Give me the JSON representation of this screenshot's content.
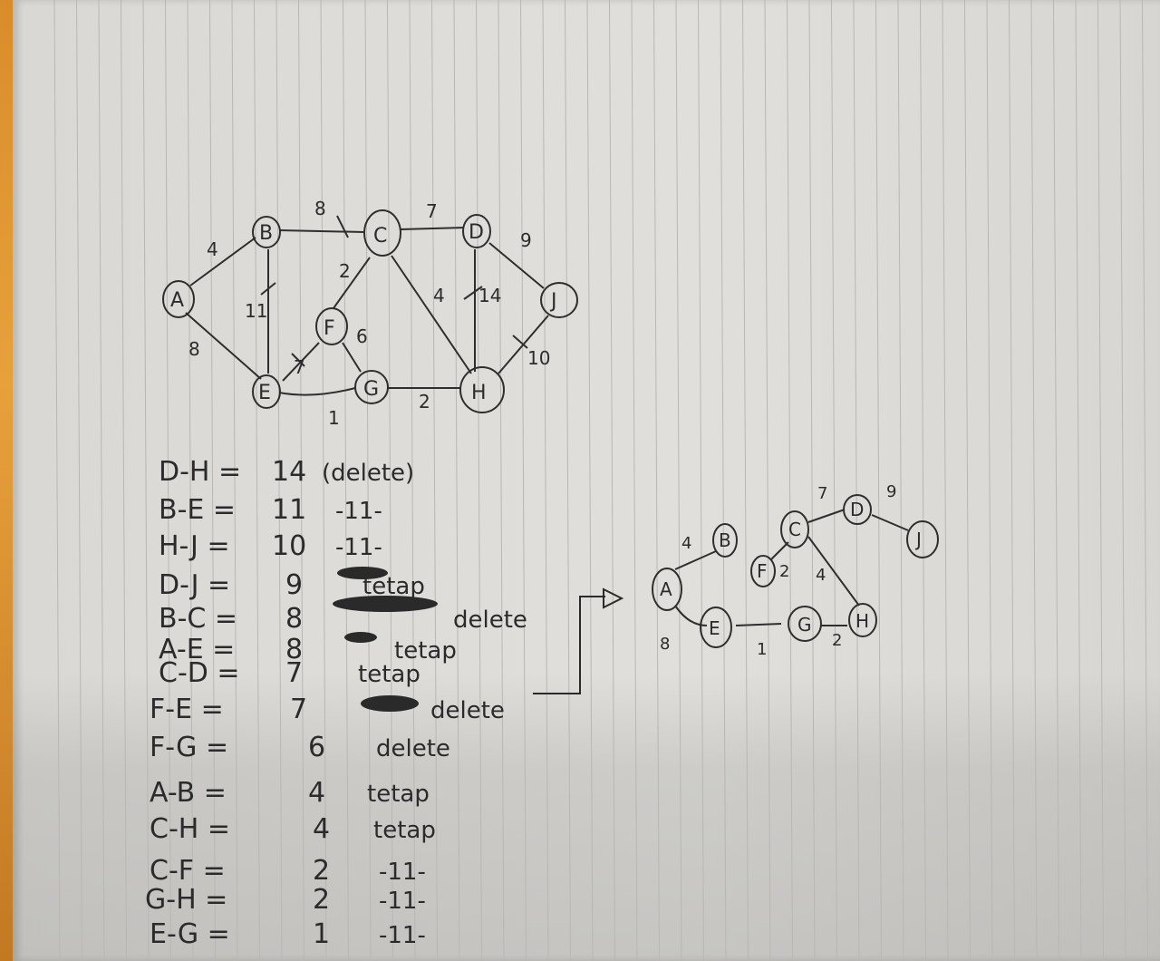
{
  "graph": {
    "nodes": [
      "A",
      "B",
      "C",
      "D",
      "E",
      "F",
      "G",
      "H",
      "J"
    ],
    "edge_weights": {
      "A-B": "4",
      "A-E": "8",
      "B-C": "8",
      "B-E": "11",
      "C-D": "7",
      "C-F": "2",
      "C-H": "4",
      "D-J": "9",
      "D-H": "14",
      "F-E": "7",
      "F-G": "6",
      "E-G": "1",
      "G-H": "2",
      "H-J": "10"
    }
  },
  "edge_list": [
    {
      "edge": "D-H =",
      "weight": "14",
      "status": "(delete)"
    },
    {
      "edge": "B-E =",
      "weight": "11",
      "status": "-11-"
    },
    {
      "edge": "H-J =",
      "weight": "10",
      "status": "-11-"
    },
    {
      "edge": "D-J =",
      "weight": "9",
      "status": "tetap"
    },
    {
      "edge": "B-C =",
      "weight": "8",
      "status": "delete"
    },
    {
      "edge": "A-E =",
      "weight": "8",
      "status": "tetap"
    },
    {
      "edge": "C-D =",
      "weight": "7",
      "status": "tetap"
    },
    {
      "edge": "F-E =",
      "weight": "7",
      "status": "delete"
    },
    {
      "edge": "F-G =",
      "weight": "6",
      "status": "delete"
    },
    {
      "edge": "A-B =",
      "weight": "4",
      "status": "tetap"
    },
    {
      "edge": "C-H =",
      "weight": "4",
      "status": "tetap"
    },
    {
      "edge": "C-F =",
      "weight": "2",
      "status": "-11-"
    },
    {
      "edge": "G-H =",
      "weight": "2",
      "status": "-11-"
    },
    {
      "edge": "E-G =",
      "weight": "1",
      "status": "-11-"
    }
  ],
  "result_tree": {
    "nodes": [
      "A",
      "B",
      "C",
      "D",
      "E",
      "F",
      "G",
      "H",
      "J"
    ],
    "edge_weights": {
      "A-B": "4",
      "A-E": "8",
      "C-D": "7",
      "D-J": "9",
      "C-F": "2",
      "C-H": "4",
      "E-G": "1",
      "G-H": "2"
    }
  }
}
